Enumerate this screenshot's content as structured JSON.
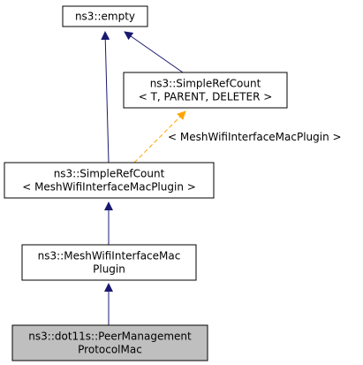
{
  "nodes": [
    {
      "id": "empty",
      "lines": [
        "ns3::empty"
      ],
      "highlighted": false
    },
    {
      "id": "simple-ref-count-template",
      "lines": [
        "ns3::SimpleRefCount",
        "< T, PARENT, DELETER >"
      ],
      "highlighted": false
    },
    {
      "id": "simple-ref-count-instance",
      "lines": [
        "ns3::SimpleRefCount",
        "< MeshWifiInterfaceMacPlugin >"
      ],
      "highlighted": false
    },
    {
      "id": "mesh-wifi-interface-mac-plugin",
      "lines": [
        "ns3::MeshWifiInterfaceMac",
        "Plugin"
      ],
      "highlighted": false
    },
    {
      "id": "peer-management-protocol-mac",
      "lines": [
        "ns3::dot11s::PeerManagement",
        "ProtocolMac"
      ],
      "highlighted": true
    }
  ],
  "edges": [
    {
      "from": "simple-ref-count-template",
      "to": "empty",
      "kind": "inheritance"
    },
    {
      "from": "simple-ref-count-instance",
      "to": "empty",
      "kind": "inheritance"
    },
    {
      "from": "simple-ref-count-instance",
      "to": "simple-ref-count-template",
      "kind": "template-instance",
      "label": "< MeshWifiInterfaceMacPlugin >"
    },
    {
      "from": "mesh-wifi-interface-mac-plugin",
      "to": "simple-ref-count-instance",
      "kind": "inheritance"
    },
    {
      "from": "peer-management-protocol-mac",
      "to": "mesh-wifi-interface-mac-plugin",
      "kind": "inheritance"
    }
  ],
  "colors": {
    "node_fill": "#ffffff",
    "highlight_fill": "#bfbfbf",
    "inheritance_edge": "#191970",
    "template_edge": "#ffa500"
  }
}
